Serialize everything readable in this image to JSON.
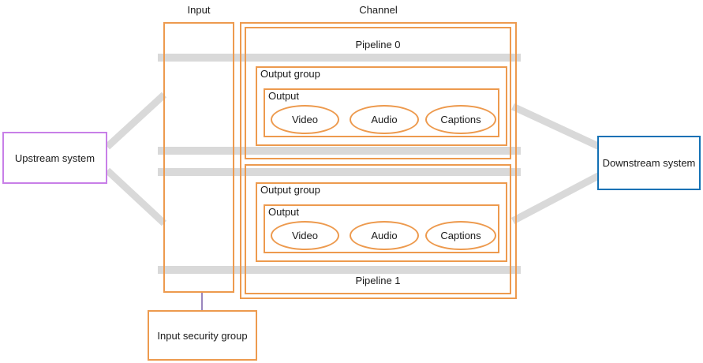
{
  "diagram": {
    "title_input": "Input",
    "title_channel": "Channel",
    "colors": {
      "orange": "#ED9A4E",
      "purple": "#C87FE8",
      "blue": "#1371B5",
      "gray_wire": "#D9D9D9",
      "purple_wire": "#9A86BD",
      "text": "#1a1a1a"
    }
  },
  "upstream": {
    "label": "Upstream system"
  },
  "downstream": {
    "label": "Downstream system"
  },
  "input": {
    "heading": "Input"
  },
  "input_security_group": {
    "label": "Input security group"
  },
  "channel": {
    "heading": "Channel",
    "pipelines": [
      {
        "label": "Pipeline 0",
        "output_group_label": "Output group",
        "output_label": "Output",
        "streams": [
          {
            "label": "Video"
          },
          {
            "label": "Audio"
          },
          {
            "label": "Captions"
          }
        ]
      },
      {
        "label": "Pipeline 1",
        "output_group_label": "Output group",
        "output_label": "Output",
        "streams": [
          {
            "label": "Video"
          },
          {
            "label": "Audio"
          },
          {
            "label": "Captions"
          }
        ]
      }
    ]
  }
}
